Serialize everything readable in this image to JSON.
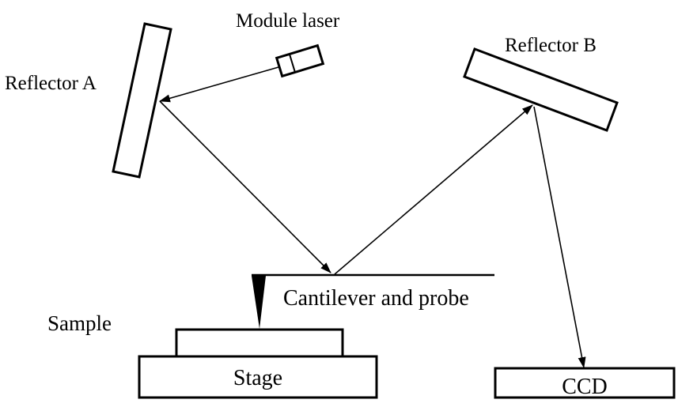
{
  "labels": {
    "module_laser": "Module laser",
    "reflector_a": "Reflector A",
    "reflector_b": "Reflector B",
    "cantilever": "Cantilever and probe",
    "sample": "Sample",
    "stage": "Stage",
    "ccd": "CCD"
  },
  "colors": {
    "line": "#000000",
    "background": "#ffffff"
  }
}
